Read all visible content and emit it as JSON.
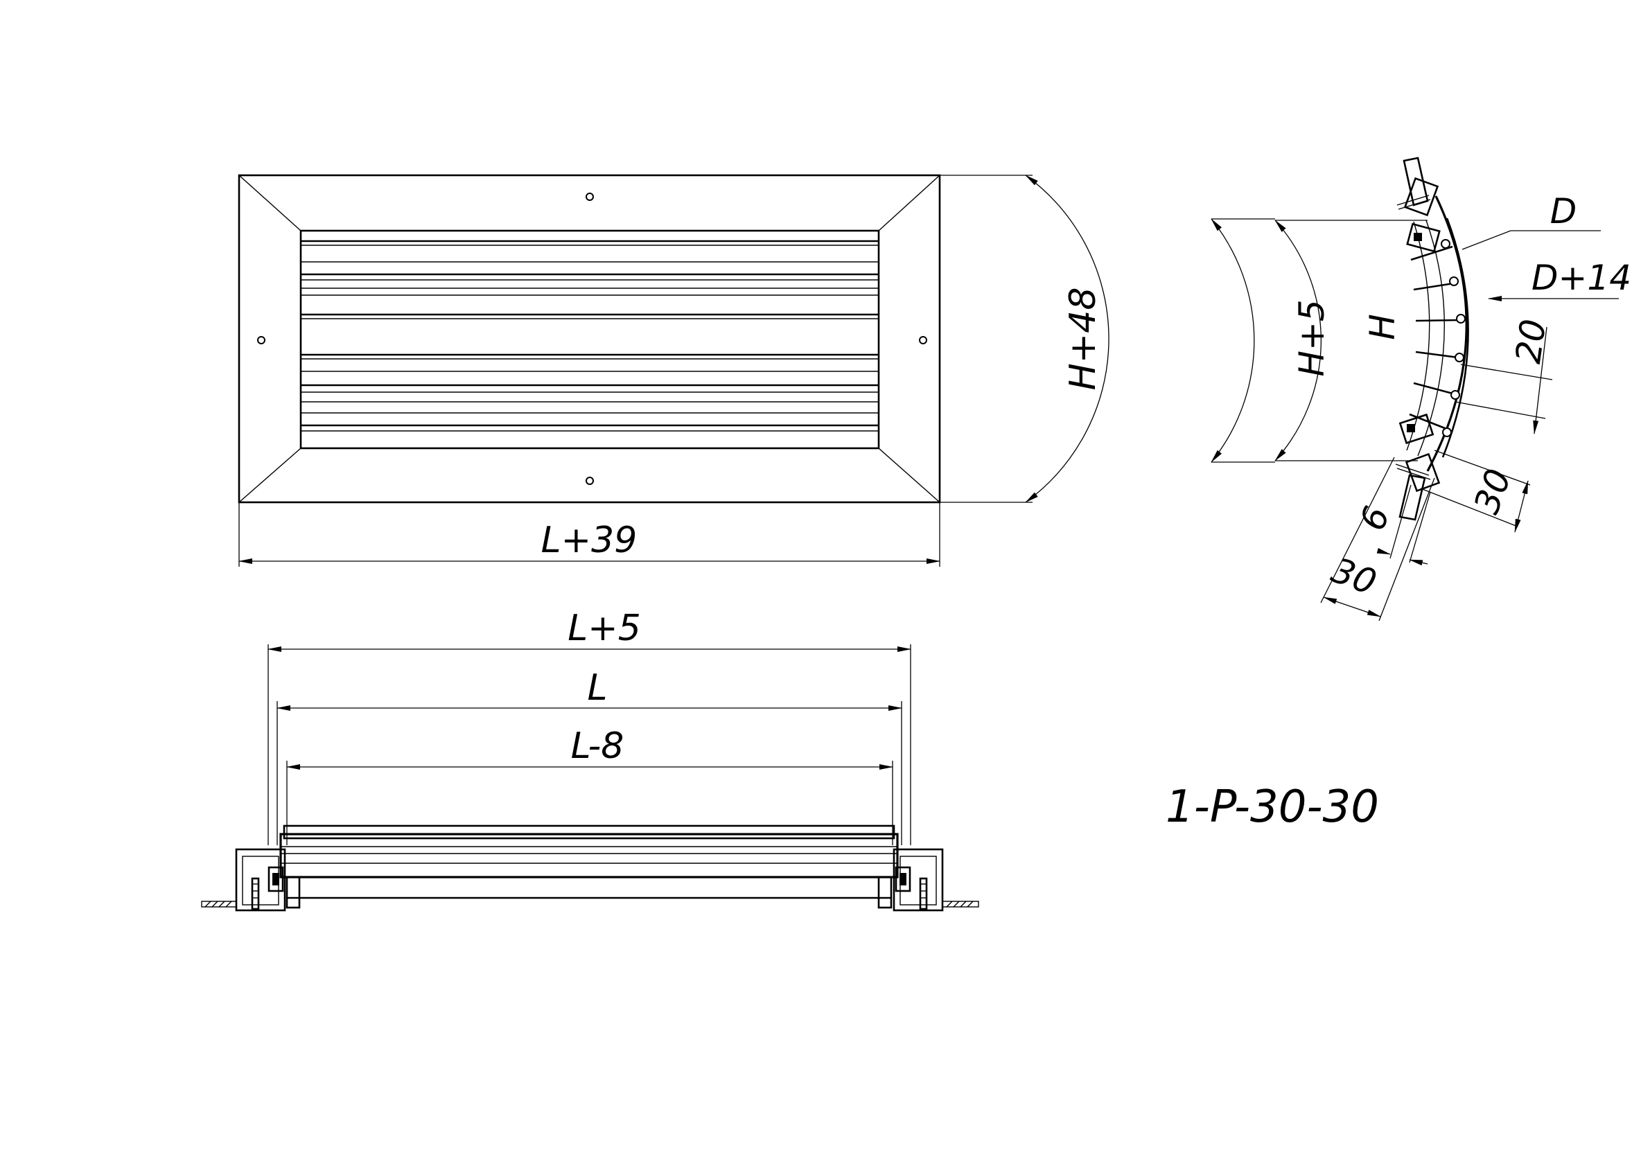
{
  "front_view": {
    "width_label": "L+39",
    "height_label": "H+48"
  },
  "bottom_view": {
    "labels": [
      "L+5",
      "L",
      "L-8"
    ]
  },
  "side_view": {
    "labels": {
      "d": "D",
      "d14": "D+14",
      "h": "H",
      "h5": "H+5",
      "dim20": "20",
      "dim30_right": "30",
      "dim6": "6",
      "dim30_bottom": "30"
    }
  },
  "model_code": "1-P-30-30",
  "colors": {
    "line": "#000000",
    "background": "#ffffff"
  }
}
